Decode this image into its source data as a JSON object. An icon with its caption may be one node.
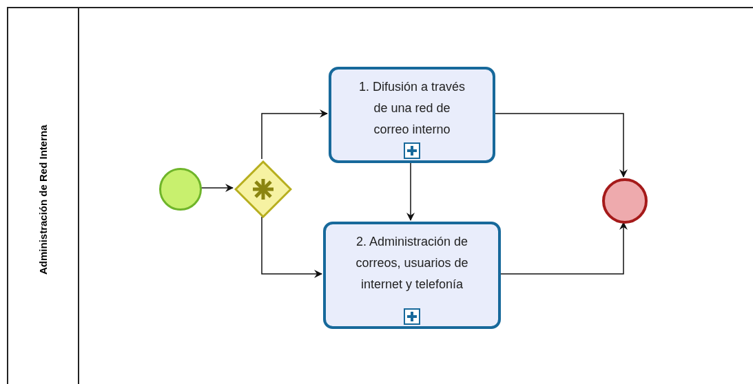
{
  "diagram": {
    "nodes": [
      {
        "text": [
          "Administración de Red Interna"
        ]
      },
      {
        "text": [],
        "shape": "circle",
        "in": 0
      },
      {
        "text": [],
        "shape": "diamond",
        "in": 0
      },
      {
        "text": [
          "1. Difusión a través de una red de correo interno"
        ],
        "in": 0
      },
      {
        "text": [
          "2. Administración de correos, usuarios de internet y telefonía"
        ],
        "in": 0
      },
      {
        "text": [],
        "shape": "circle",
        "in": 0
      }
    ],
    "edges": [
      {
        "from": 1,
        "to": 2,
        "arrow": "to"
      },
      {
        "from": 2,
        "to": 3,
        "arrow": "to"
      },
      {
        "from": 2,
        "to": 4,
        "arrow": "to"
      },
      {
        "from": 3,
        "to": 4,
        "arrow": "to"
      },
      {
        "from": 3,
        "to": 5,
        "arrow": "to"
      },
      {
        "from": 4,
        "to": 5,
        "arrow": "to"
      }
    ]
  }
}
